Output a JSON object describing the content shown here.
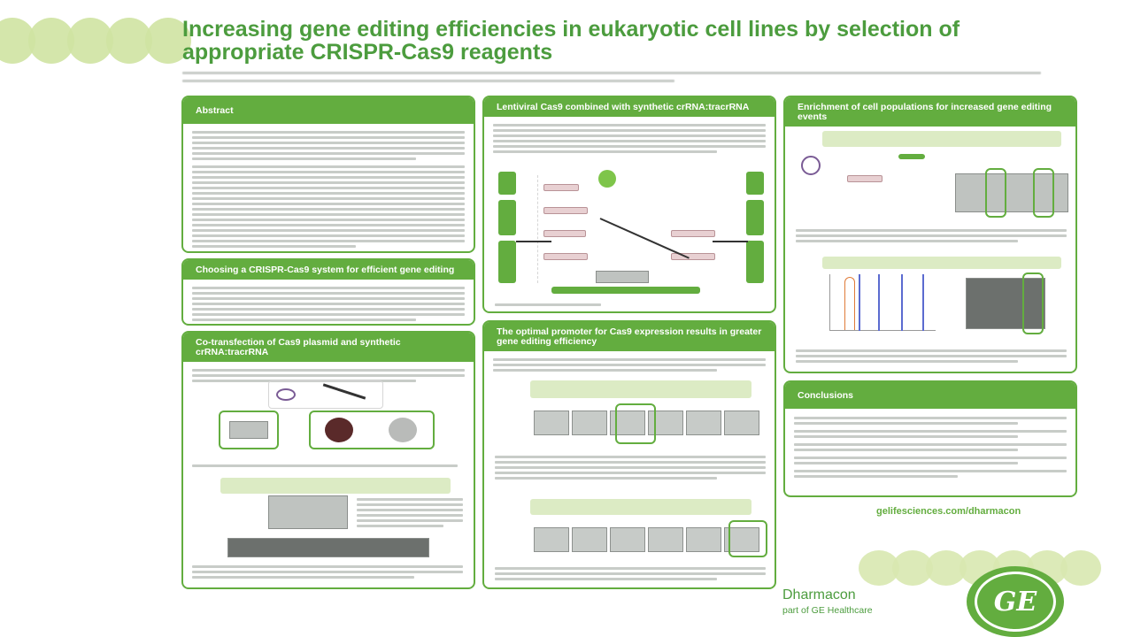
{
  "poster": {
    "title": "Increasing gene editing efficiencies in eukaryotic cell lines by selection of appropriate CRISPR-Cas9 reagents",
    "url": "gelifesciences.com/dharmacon",
    "brand": "Dharmacon",
    "brand_sub": "part of GE Healthcare",
    "logo_text": "GE"
  },
  "sections": {
    "abstract": "Abstract",
    "choosing": "Choosing a CRISPR-Cas9 system for efficient gene editing",
    "cotransfection": "Co-transfection of Cas9 plasmid and synthetic crRNA:tracrRNA",
    "lentiviral": "Lentiviral Cas9 combined with synthetic crRNA:tracrRNA",
    "promoter": "The optimal promoter for Cas9 expression results in greater gene editing efficiency",
    "enrichment": "Enrichment of cell populations for increased gene editing events",
    "conclusions": "Conclusions"
  },
  "colors": {
    "accent": "#63ad3f",
    "title": "#4c9c3e",
    "dots": "#cfe3a2"
  }
}
